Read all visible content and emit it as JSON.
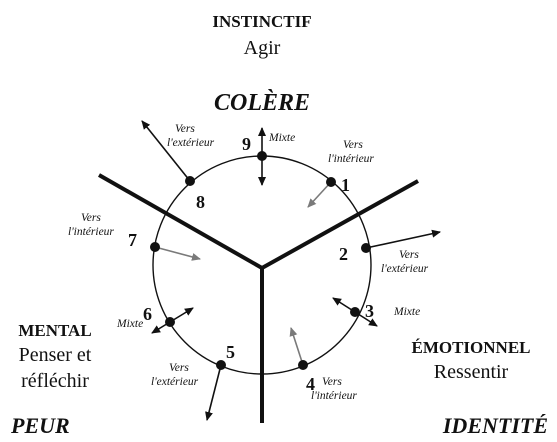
{
  "centers": {
    "instinctive": {
      "title": "INSTINCTIF",
      "verb": "Agir",
      "emotion": "COLÈRE"
    },
    "mental": {
      "title": "MENTAL",
      "verb_line1": "Penser et",
      "verb_line2": "réfléchir",
      "emotion": "PEUR"
    },
    "emotional": {
      "title": "ÉMOTIONNEL",
      "verb": "Ressentir",
      "emotion": "IDENTITÉ"
    }
  },
  "types": [
    {
      "number": "1",
      "direction_line1": "Vers",
      "direction_line2": "l'intérieur",
      "arrow": "inward"
    },
    {
      "number": "2",
      "direction_line1": "Vers",
      "direction_line2": "l'extérieur",
      "arrow": "outward"
    },
    {
      "number": "3",
      "direction": "Mixte",
      "arrow": "both"
    },
    {
      "number": "4",
      "direction_line1": "Vers",
      "direction_line2": "l'intérieur",
      "arrow": "inward"
    },
    {
      "number": "5",
      "direction_line1": "Vers",
      "direction_line2": "l'extérieur",
      "arrow": "outward"
    },
    {
      "number": "6",
      "direction": "Mixte",
      "arrow": "both"
    },
    {
      "number": "7",
      "direction_line1": "Vers",
      "direction_line2": "l'intérieur",
      "arrow": "inward"
    },
    {
      "number": "8",
      "direction_line1": "Vers",
      "direction_line2": "l'extérieur",
      "arrow": "outward"
    },
    {
      "number": "9",
      "direction": "Mixte",
      "arrow": "both"
    }
  ],
  "colors": {
    "ink": "#111111",
    "inward_arrow": "#7a7a7a"
  }
}
